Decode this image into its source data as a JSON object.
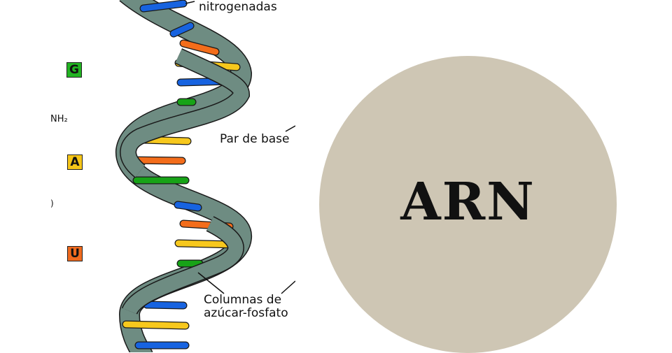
{
  "diagram": {
    "label_bases_nitrogenadas": "nitrogenadas",
    "label_par_de_bases": "Par de base",
    "label_columnas_1": "Columnas de",
    "label_columnas_2": "azúcar-fosfato",
    "badges": [
      {
        "letter": "G",
        "color": "#22b322"
      },
      {
        "letter": "A",
        "color": "#f5c518"
      },
      {
        "letter": "U",
        "color": "#ef6a1e"
      }
    ],
    "nh2_label": "NH₂"
  },
  "hero": {
    "title": "ARN"
  },
  "colors": {
    "backbone": "#6e8c82",
    "blue": "#1763e0",
    "yellow": "#f7c81d",
    "orange": "#f36d1b",
    "green": "#17a317",
    "circle": "#cec6b4"
  }
}
